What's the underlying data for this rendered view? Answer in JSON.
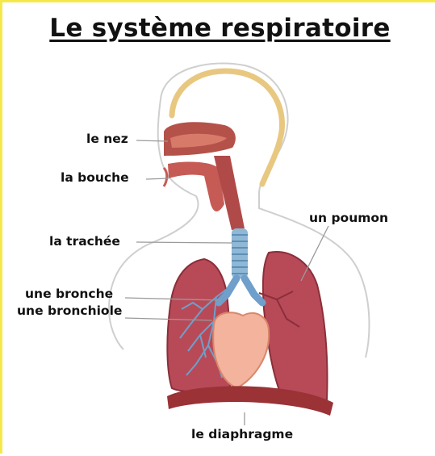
{
  "title": "Le système respiratoire",
  "labels": {
    "nez": "le nez",
    "bouche": "la bouche",
    "trachee": "la trachée",
    "bronche": "une bronche",
    "bronchiole": "une bronchiole",
    "poumon": "un poumon",
    "diaphragme": "le diaphragme"
  },
  "colors": {
    "frame": "#f5e94a",
    "skull": "#e8c880",
    "lung": "#b84a58",
    "heart": "#f3b39c",
    "trachea": "#8fb8d6",
    "bronchiole": "#6f9fca",
    "diaphragm": "#9a3236"
  }
}
